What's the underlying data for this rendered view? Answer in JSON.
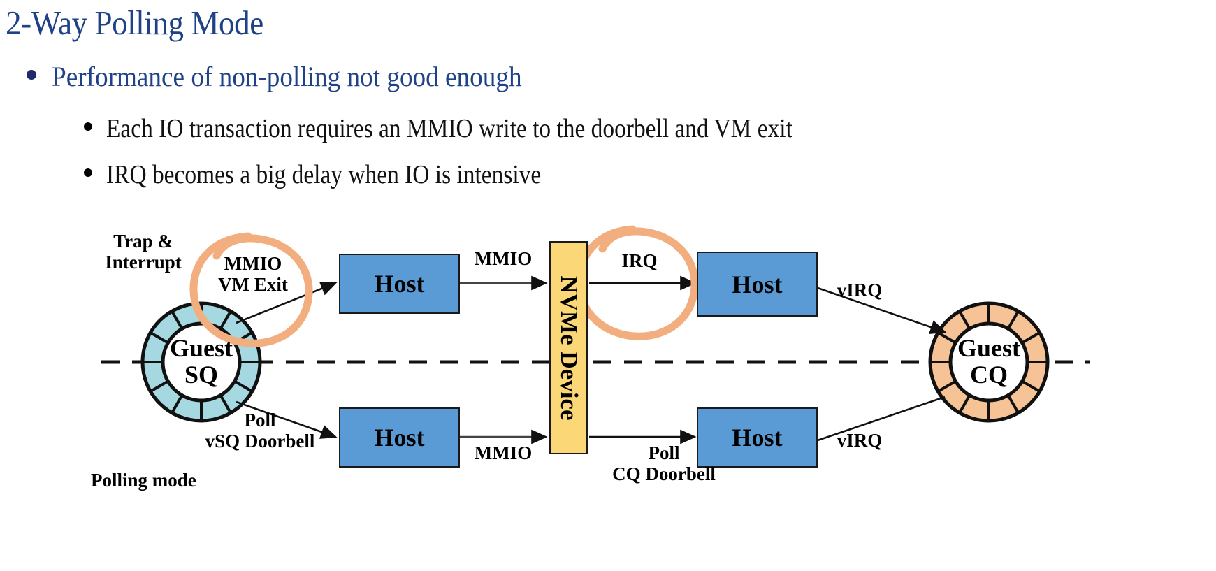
{
  "slide": {
    "title": "2-Way Polling Mode",
    "title_color": "#1F4287",
    "background": "#ffffff"
  },
  "bullets": {
    "level1": [
      {
        "text": "Performance of non-polling not good enough",
        "color": "#1F4287"
      }
    ],
    "level2": [
      {
        "text": "Each IO transaction requires an MMIO write to the doorbell and VM exit",
        "color": "#111111"
      },
      {
        "text": "IRQ becomes a big delay when IO is intensive",
        "color": "#111111"
      }
    ]
  },
  "diagram": {
    "colors": {
      "host_box": "#5B9BD5",
      "nvme_box": "#FCD777",
      "sq_ring": "#A5D8E0",
      "cq_ring": "#F6C396",
      "annotation_circle": "#F2AE7E",
      "stroke": "#1a1a1a"
    },
    "rings": [
      {
        "name": "guest-sq",
        "line1": "Guest",
        "line2": "SQ",
        "segments": 12,
        "fill": "#A5D8E0"
      },
      {
        "name": "guest-cq",
        "line1": "Guest",
        "line2": "CQ",
        "segments": 12,
        "fill": "#F6C396"
      }
    ],
    "boxes": [
      {
        "name": "host-top-left",
        "label": "Host"
      },
      {
        "name": "host-top-right",
        "label": "Host"
      },
      {
        "name": "host-bottom-left",
        "label": "Host"
      },
      {
        "name": "host-bottom-right",
        "label": "Host"
      },
      {
        "name": "nvme-device",
        "label": "NVMe Device"
      }
    ],
    "labels": {
      "trap_interrupt_line1": "Trap &",
      "trap_interrupt_line2": "Interrupt",
      "mmio_vm_exit_line1": "MMIO",
      "mmio_vm_exit_line2": "VM Exit",
      "mmio_top": "MMIO",
      "irq": "IRQ",
      "virq_top": "vIRQ",
      "poll_vsq_line1": "Poll",
      "poll_vsq_line2": "vSQ Doorbell",
      "mmio_bottom": "MMIO",
      "poll_cq_line1": "Poll",
      "poll_cq_line2": "CQ Doorbell",
      "virq_bottom": "vIRQ",
      "polling_mode": "Polling mode"
    }
  }
}
